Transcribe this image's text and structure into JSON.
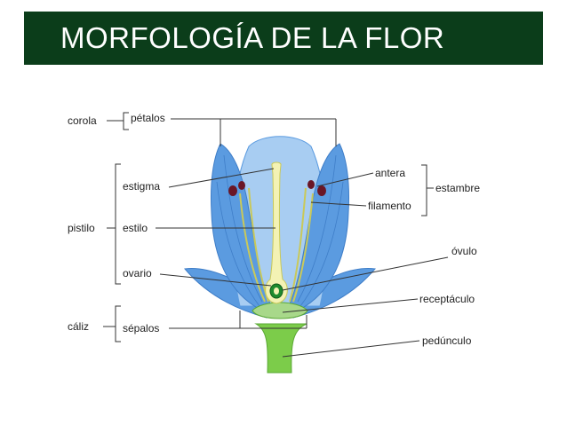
{
  "title": "MORFOLOGÍA DE LA FLOR",
  "colors": {
    "title_bg": "#0b3d1a",
    "title_text": "#ffffff",
    "petal": "#5b9be0",
    "petal_light": "#a8cdf2",
    "pistil": "#f3f2b4",
    "stamen": "#c9c95a",
    "anther": "#6a1626",
    "ovule": "#1e8a2e",
    "stem": "#7ccc4a",
    "line": "#333333"
  },
  "labels": {
    "left": {
      "corola": "corola",
      "petalos": "pétalos",
      "pistilo": "pistilo",
      "estigma": "estigma",
      "estilo": "estilo",
      "ovario": "ovario",
      "caliz": "cáliz",
      "sepalos": "sépalos"
    },
    "right": {
      "antera": "antera",
      "filamento": "filamento",
      "estambre": "estambre",
      "ovulo": "óvulo",
      "receptaculo": "receptáculo",
      "pedunculo": "pedúnculo"
    }
  }
}
